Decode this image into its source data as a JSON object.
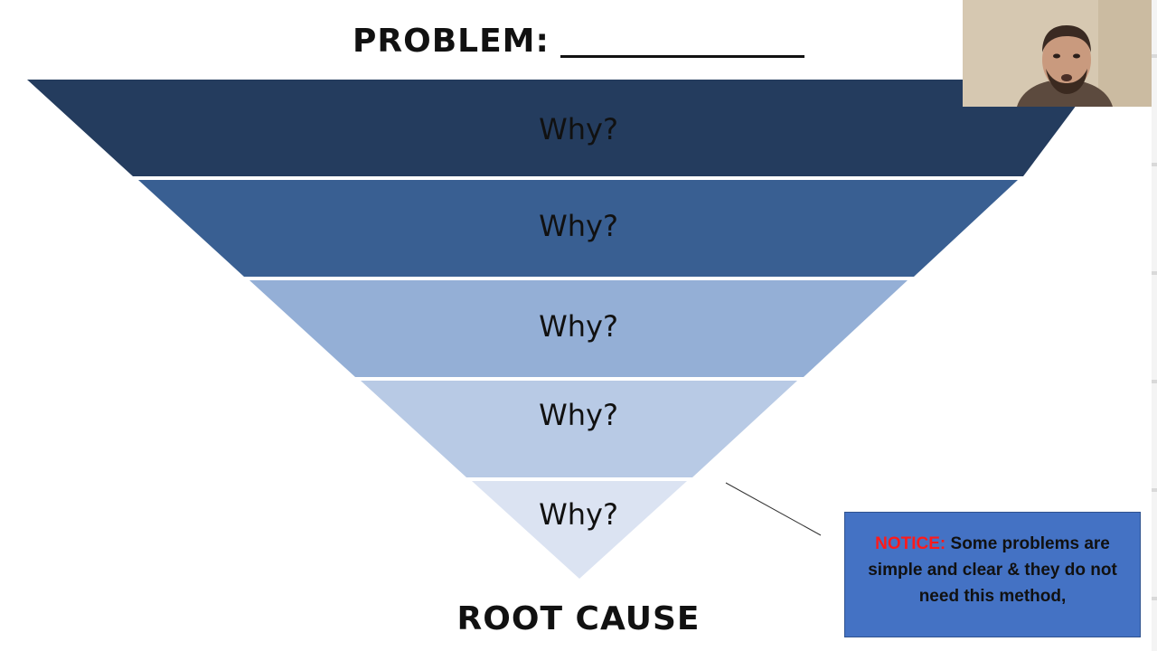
{
  "slide": {
    "title": "PROBLEM:",
    "root_cause": "ROOT CAUSE"
  },
  "funnel": {
    "levels": [
      {
        "label": "Why?",
        "color": "#243c5e"
      },
      {
        "label": "Why?",
        "color": "#395f92"
      },
      {
        "label": "Why?",
        "color": "#94afd6"
      },
      {
        "label": "Why?",
        "color": "#b8cae5"
      },
      {
        "label": "Why?",
        "color": "#dbe3f2"
      }
    ]
  },
  "notice": {
    "label": "NOTICE:",
    "text": "Some problems are simple and clear & they do not need this method,",
    "background": "#4472c4",
    "label_color": "#ff1a1a"
  },
  "webcam": {
    "description": "presenter-video-overlay"
  }
}
